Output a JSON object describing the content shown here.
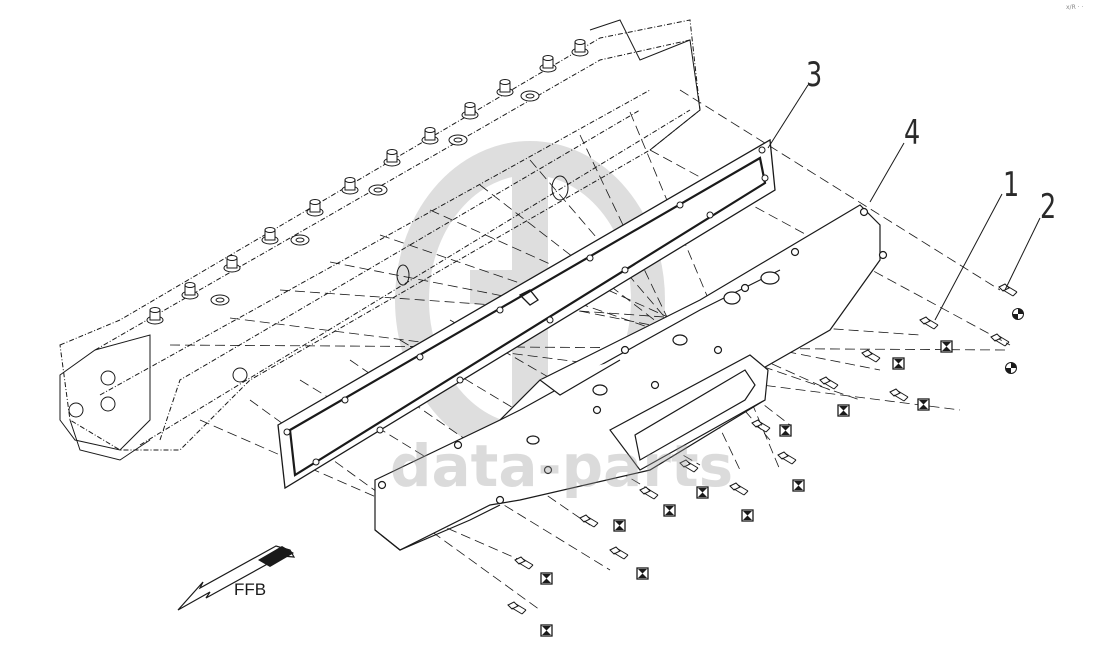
{
  "callouts": {
    "one": "1",
    "two": "2",
    "three": "3",
    "four": "4"
  },
  "direction_label": "FFB",
  "corner_tag": "x/R · ·",
  "watermark": {
    "text": "data-parts"
  },
  "colors": {
    "line": "#1a1a1a",
    "watermark": "#bdbdbd",
    "background": "#ffffff"
  },
  "symbols": {
    "bolt_marker": "hourglass-box-icon",
    "stud_marker": "quartered-circle-icon"
  }
}
